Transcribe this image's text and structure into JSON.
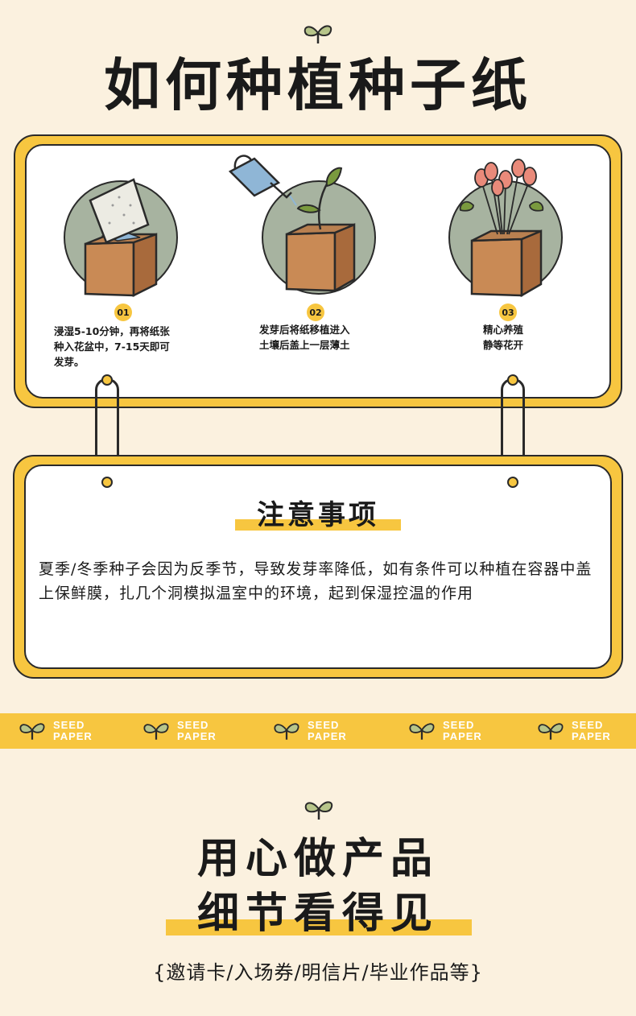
{
  "header": {
    "title": "如何种植种子纸"
  },
  "steps": [
    {
      "num": "01",
      "text": "浸湿5-10分钟，再将纸张\n种入花盆中，7-15天即可\n发芽。"
    },
    {
      "num": "02",
      "text": "发芽后将纸移植进入\n土壤后盖上一层薄土"
    },
    {
      "num": "03",
      "text": "精心养殖\n静等花开"
    }
  ],
  "notice": {
    "title": "注意事项",
    "body": "夏季/冬季种子会因为反季节，导致发芽率降低，如有条件可以种植在容器中盖上保鲜膜，扎几个洞模拟温室中的环境，起到保湿控温的作用"
  },
  "band": {
    "line1": "SEED",
    "line2": "PAPER",
    "repeat": 5
  },
  "bottom": {
    "line1": "用心做产品",
    "line2": "细节看得见",
    "subtitle": "{邀请卡/入场券/明信片/毕业作品等}"
  },
  "colors": {
    "accent": "#f7c640",
    "background": "#fbf1df",
    "outline": "#2a2a2a",
    "leaf": "#b7c58a",
    "pot": "#c98a55",
    "circle": "#a7b3a0"
  }
}
